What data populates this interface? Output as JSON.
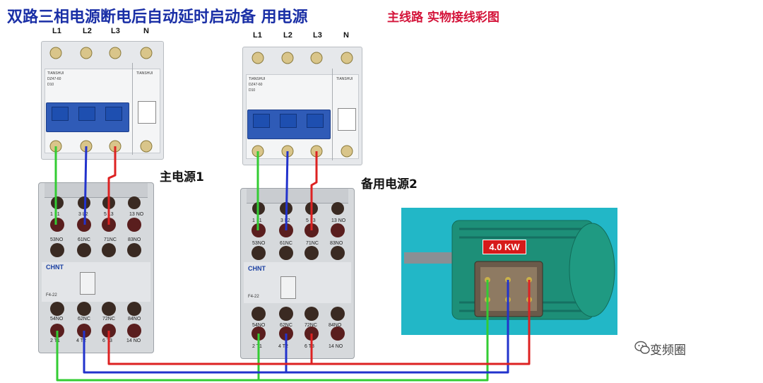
{
  "header": {
    "title": "双路三相电源断电后自动延时启动备 用电源",
    "subtitle": "主线路 实物接线彩图"
  },
  "sources": {
    "primary_label": "主电源1",
    "backup_label": "备用电源2"
  },
  "breakers": {
    "terminal_labels": [
      "L1",
      "L2",
      "L3",
      "N"
    ],
    "brand_text": "TIANSHUI",
    "model_text": "DZ47-60",
    "rating_text": "D10"
  },
  "contactors": {
    "brand": "CHNT",
    "model": "F4-22",
    "top_labels": [
      "1 L1",
      "3 L2",
      "5 L3",
      "13 NO"
    ],
    "aux_top_labels": [
      "53NO",
      "61NC",
      "71NC",
      "83NO"
    ],
    "aux_bottom_labels": [
      "54NO",
      "62NC",
      "72NC",
      "84NO"
    ],
    "bottom_labels": [
      "2 T1",
      "4 T2",
      "6 T3",
      "14 NO"
    ]
  },
  "motor": {
    "power_label": "4.0 KW"
  },
  "watermark": {
    "text": "变频圈"
  },
  "colors": {
    "title": "#1a2fa6",
    "subtitle": "#d4143a",
    "phase_L1": "#33cc33",
    "phase_L2": "#2233cc",
    "phase_L3": "#dd2222",
    "motor_background": "#22b7c7",
    "motor_body": "#1d8f78",
    "breaker_handle": "#2f5bb7"
  },
  "icons": {
    "watermark_logo": "wechat-icon"
  }
}
